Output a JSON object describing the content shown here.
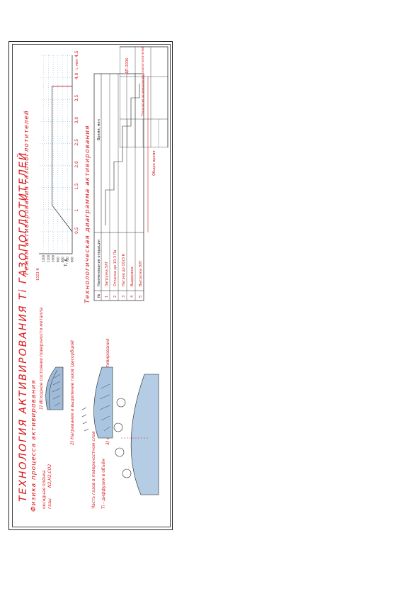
{
  "titles": {
    "main": "ТЕХНОЛОГИЯ АКТИВИРОВАНИЯ Ti ГАЗОПОГЛОТИТЕЛЕЙ",
    "physics": "Физика процесса активирования",
    "regime": "Режим активирования газопоглотителей",
    "tech_diagram": "Технологическая диаграмма активирования"
  },
  "physics_notes": {
    "step1": "1) Исходное состояние поверхности металла",
    "oxide_label": "оксидная плёнка",
    "gases_label": "газы",
    "gases_formula": "N2,H2,CO2",
    "step2": "2) Нагревание и выделение газов (десорбция)",
    "step3": "3) Активная поверхность после активирования",
    "part_label": "Часть газов в поверхностном слое",
    "diffusion_label": "Ti - диффузия в объём"
  },
  "chart_data": {
    "type": "line",
    "title": "Режим активирования газопоглотителей",
    "ylabel": "T, K",
    "xlabel": "t, мин",
    "y_ticks": [
      600,
      700,
      800,
      900,
      1000,
      1100,
      1200
    ],
    "y_tick_labels": [
      "600",
      "700",
      "800",
      "900",
      "1000",
      "1100",
      "1200"
    ],
    "x_ticks": [
      0.5,
      1,
      1.5,
      2.0,
      2.5,
      3.0,
      3.5,
      4.0,
      4.5
    ],
    "x_tick_labels": [
      "0,5",
      "1",
      "1,5",
      "2,0",
      "2,5",
      "3,0",
      "3,5",
      "4,0",
      "4,5"
    ],
    "xlim": [
      0,
      4.5
    ],
    "ylim": [
      600,
      1300
    ],
    "top_label": "1023 К",
    "series": [
      {
        "values": [
          [
            0.5,
            600
          ],
          [
            1.1,
            1023
          ],
          [
            3.8,
            1023
          ],
          [
            3.8,
            600
          ]
        ]
      }
    ],
    "grid": true
  },
  "tech_table": {
    "headers": [
      "№",
      "Наименование операции",
      "Время, мин"
    ],
    "rows": [
      {
        "n": "1",
        "op": "Загрузка ЭЛГ"
      },
      {
        "n": "2",
        "op": "Откачка до 10-3 Па"
      },
      {
        "n": "3",
        "op": "Нагрев до 1023 К"
      },
      {
        "n": "4",
        "op": "Выдержка"
      },
      {
        "n": "5",
        "op": "Выгрузка ЭЛГ"
      }
    ],
    "footer": "Общее время"
  },
  "stamp": {
    "doc_title": "Технология активирования газопоглотителей",
    "code": "ДП-2006"
  }
}
